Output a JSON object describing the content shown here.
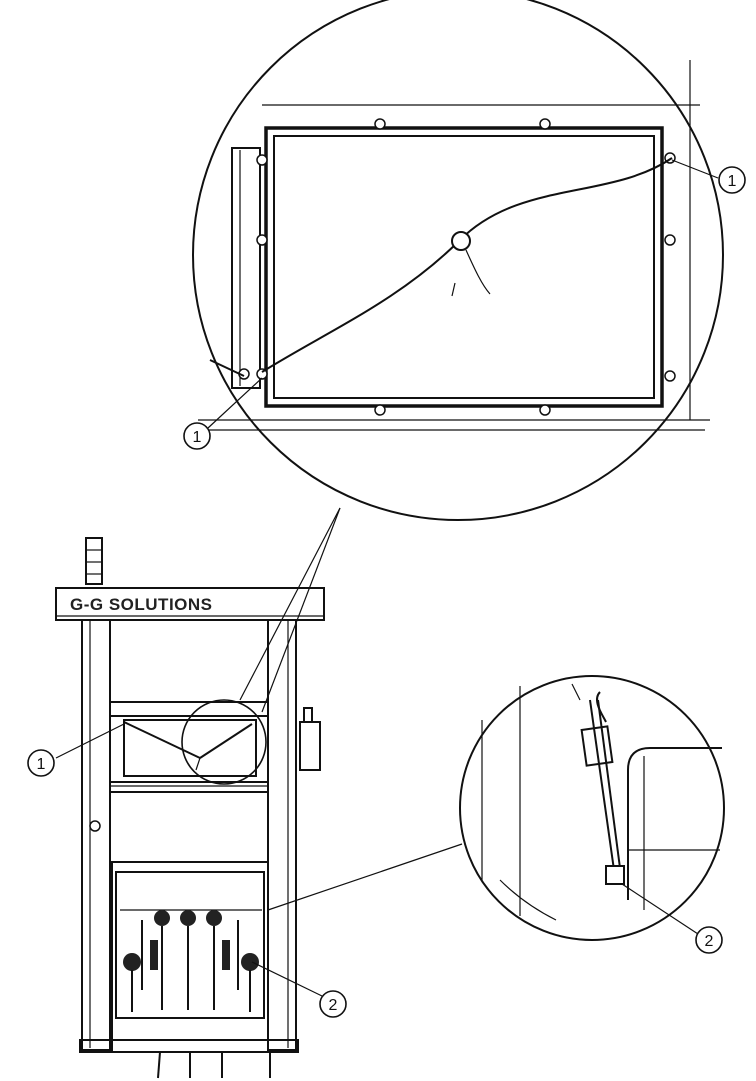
{
  "brand": {
    "label": "G-G SOLUTIONS"
  },
  "callouts": [
    {
      "id": "top-right",
      "label": "1"
    },
    {
      "id": "top-left",
      "label": "1"
    },
    {
      "id": "cabinet-left",
      "label": "1"
    },
    {
      "id": "cabinet-bottom",
      "label": "2"
    },
    {
      "id": "detail-right",
      "label": "2"
    }
  ]
}
